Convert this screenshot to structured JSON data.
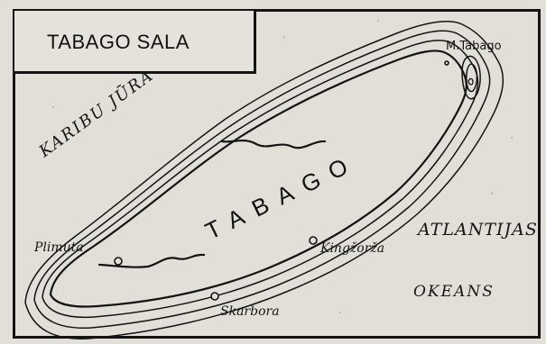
{
  "title": "TABAGO SALA",
  "island_name": "TABAGO",
  "seas": {
    "karibu": "KARIBU JŪRA",
    "atlantic_line1": "ATLANTIJAS",
    "atlantic_line2": "OKEANS"
  },
  "places": {
    "cape": "M.Tabago",
    "plimuta": "Plimuta",
    "kingzorza": "Kingžorža",
    "skarbora": "Skarbora"
  },
  "colors": {
    "paper": "#e2dfd8",
    "ink": "#141414"
  }
}
